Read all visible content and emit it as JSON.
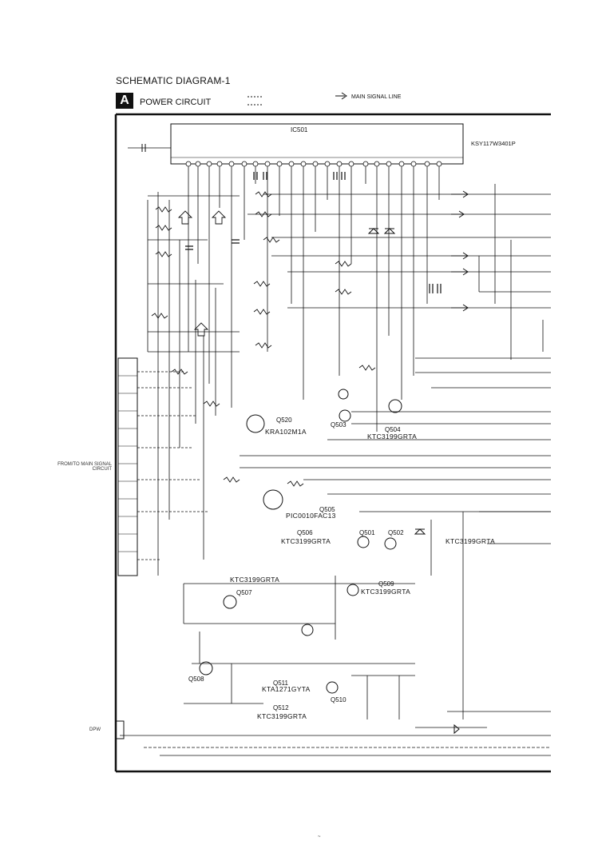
{
  "header": {
    "title": "SCHEMATIC DIAGRAM-1",
    "section_letter": "A",
    "section_title": "POWER CIRCUIT",
    "legend": [
      "MAIN SIGNAL LINE"
    ]
  },
  "ic": {
    "ref": "IC501",
    "part": "KSY117W3401P"
  },
  "transistors": [
    {
      "ref": "Q520",
      "part": "KRA102M1A"
    },
    {
      "ref": "Q503",
      "part": ""
    },
    {
      "ref": "Q504",
      "part": "KTC3199GRTA"
    },
    {
      "ref": "Q505",
      "part": "PIC0010FAC13"
    },
    {
      "ref": "Q506",
      "part": "KTC3199GRTA"
    },
    {
      "ref": "Q501",
      "part": ""
    },
    {
      "ref": "Q502",
      "part": "KTC3199GRTA"
    },
    {
      "ref": "Q507",
      "part": "KTC3199GRTA"
    },
    {
      "ref": "Q509",
      "part": "KTC3199GRTA"
    },
    {
      "ref": "Q508",
      "part": ""
    },
    {
      "ref": "Q511",
      "part": "KTA1271GYTA"
    },
    {
      "ref": "Q510",
      "part": ""
    },
    {
      "ref": "Q512",
      "part": "KTC3199GRTA"
    }
  ],
  "connectors": {
    "main": "FROM/TO MAIN SIGNAL CIRCUIT",
    "bottom": "DPW"
  },
  "page": {
    "mark": "~"
  }
}
